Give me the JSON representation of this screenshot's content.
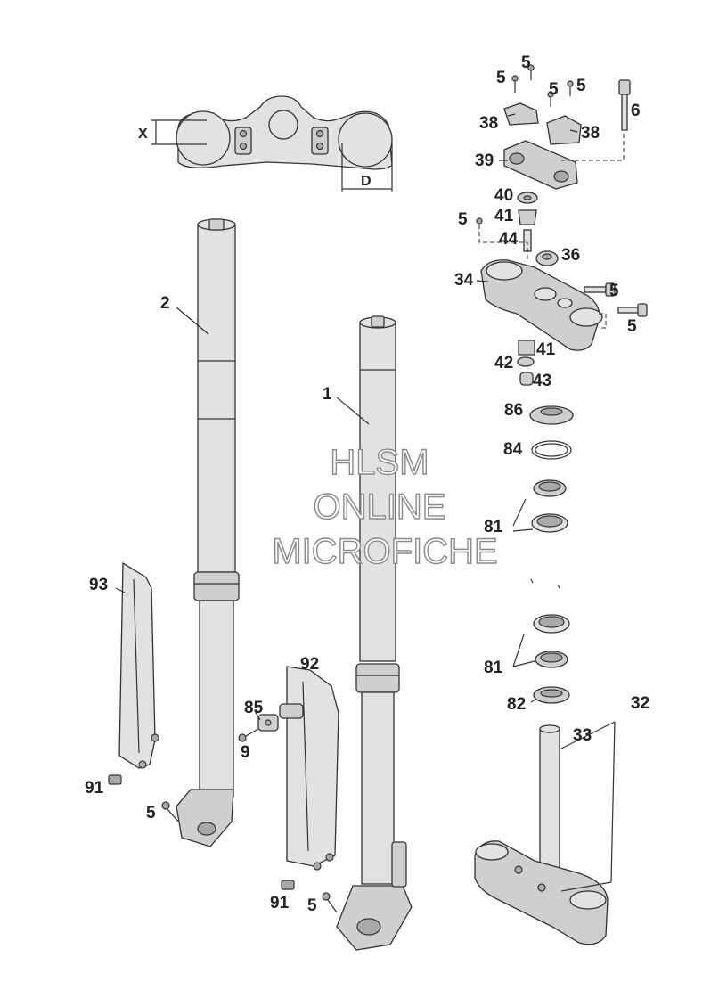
{
  "labels": {
    "x": "X",
    "d": "D",
    "p5a": "5",
    "p5b": "5",
    "p5c": "5",
    "p5d": "5",
    "p6": "6",
    "p38a": "38",
    "p38b": "38",
    "p39": "39",
    "p40": "40",
    "p41a": "41",
    "p5e": "5",
    "p44": "44",
    "p36": "36",
    "p34": "34",
    "p5f": "5",
    "p5g": "5",
    "p41b": "41",
    "p42": "42",
    "p43": "43",
    "p86": "86",
    "p84": "84",
    "p81a": "81",
    "p81b": "81",
    "p82": "82",
    "p32": "32",
    "p33": "33",
    "p2": "2",
    "p1": "1",
    "p93": "93",
    "p92": "92",
    "p85": "85",
    "p9": "9",
    "p91a": "91",
    "p5h": "5",
    "p91b": "91",
    "p5i": "5"
  },
  "watermark": {
    "line1": "HLSM",
    "line2": "ONLINE",
    "line3": "MICROFICHE"
  }
}
